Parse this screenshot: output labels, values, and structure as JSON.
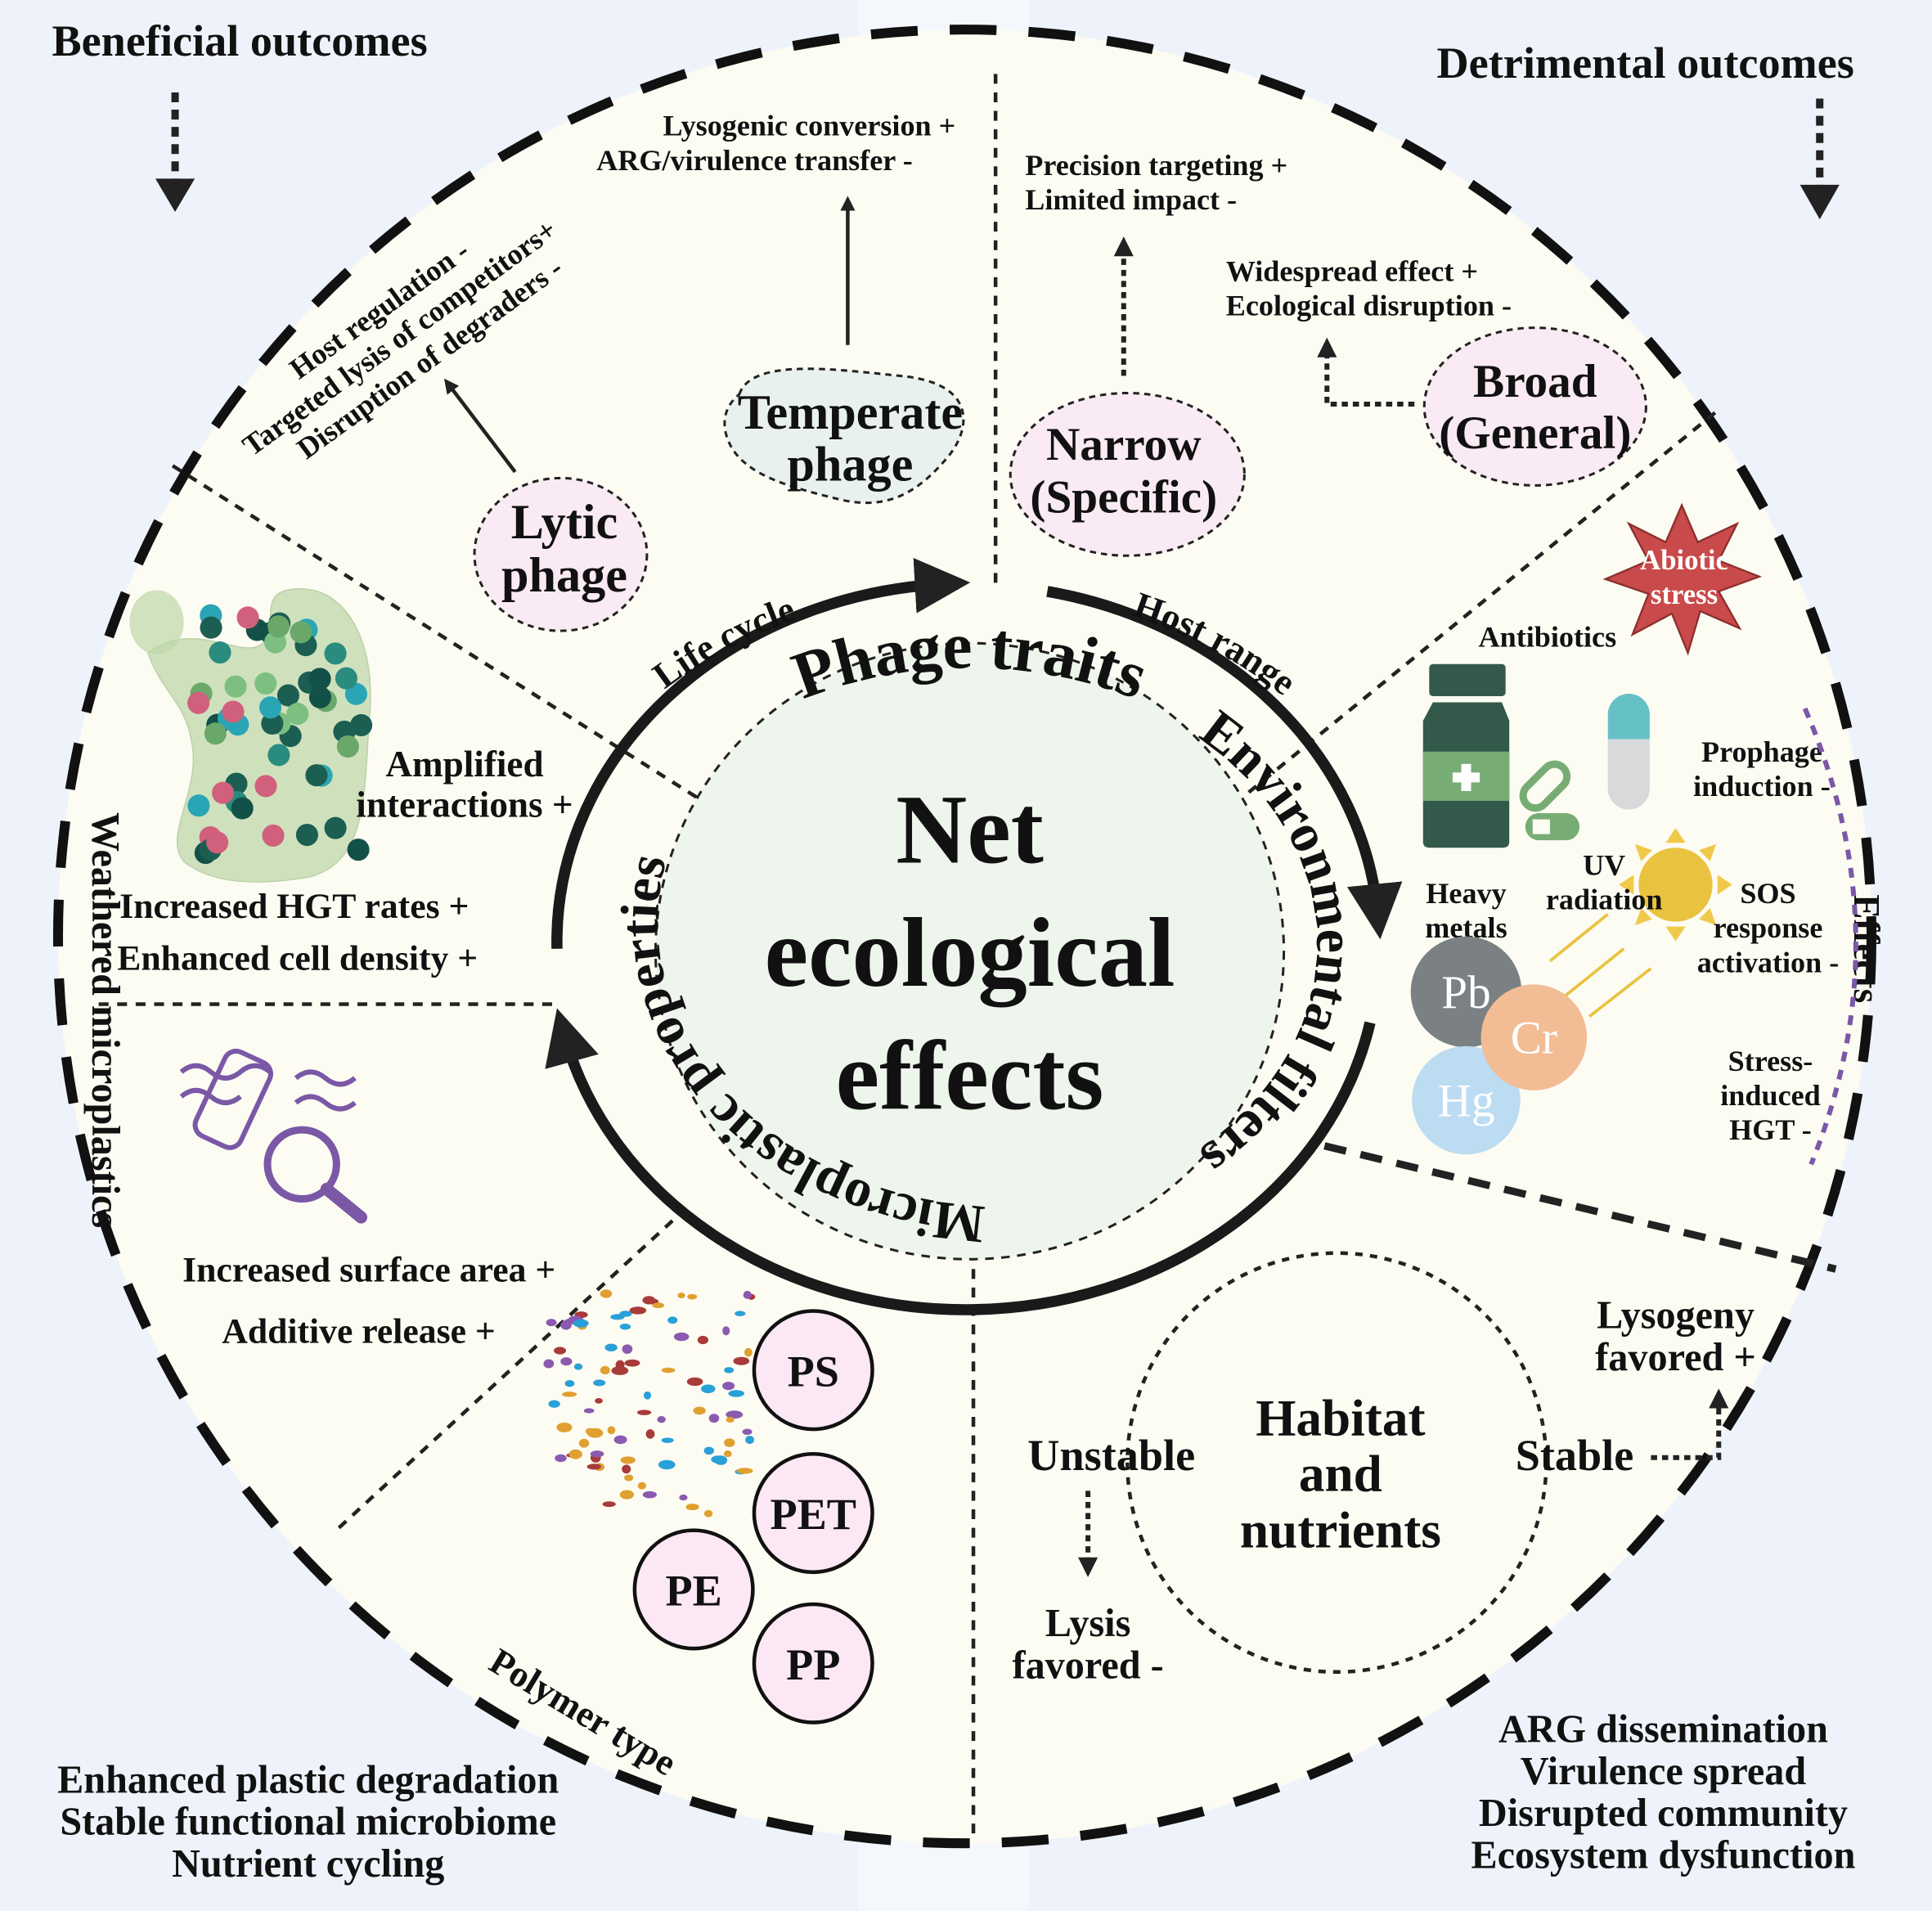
{
  "colors": {
    "background": "#eef3fb",
    "circle_fill": "#fdfcf3",
    "center_fill": "#eef5ec",
    "lytic_bubble": "#f9eaf3",
    "temperate_bubble": "#e8f1ee",
    "polymer_fill": "#fbe8f4",
    "abiotic_star": "#c94a4a",
    "effects_arc": "#7b58a6"
  },
  "corners": {
    "beneficial_title": "Beneficial outcomes",
    "detrimental_title": "Detrimental outcomes",
    "beneficial_list": [
      "Enhanced plastic degradation",
      "Stable functional microbiome",
      "Nutrient cycling"
    ],
    "detrimental_list": [
      "ARG dissemination",
      "Virulence spread",
      "Disrupted community",
      "Ecosystem dysfunction"
    ]
  },
  "center": {
    "lines": [
      "Net",
      "ecological",
      "effects"
    ]
  },
  "ring": {
    "phage_traits": "Phage traits",
    "environmental_filters": "Environmental filters",
    "microplastic_properties": "Microplastic properties"
  },
  "sections": {
    "life_cycle": "Life cycle",
    "host_range": "Host range",
    "effects": "Effects",
    "weathered": "Weathered microplastics",
    "polymer_type": "Polymer type"
  },
  "life_cycle": {
    "lytic": [
      "Lytic",
      "phage"
    ],
    "lytic_outcomes": [
      "Host regulation -",
      "Targeted lysis of competitors+",
      "Disruption of degraders -"
    ],
    "temperate": [
      "Temperate",
      "phage"
    ],
    "temperate_outcomes": [
      "Lysogenic conversion +",
      "ARG/virulence transfer -"
    ]
  },
  "host_range": {
    "narrow": [
      "Narrow",
      "(Specific)"
    ],
    "narrow_outcomes": [
      "Precision targeting +",
      "Limited impact -"
    ],
    "broad": [
      "Broad",
      "(General)"
    ],
    "broad_outcomes": [
      "Widespread effect +",
      "Ecological disruption -"
    ]
  },
  "environment": {
    "abiotic_stress": [
      "Abiotic",
      "stress"
    ],
    "antibiotics": "Antibiotics",
    "heavy_metals": [
      "Heavy",
      "metals"
    ],
    "uv_radiation": [
      "UV",
      "radiation"
    ],
    "metals": [
      "Pb",
      "Cr",
      "Hg"
    ],
    "prophage_induction": [
      "Prophage",
      "induction -"
    ],
    "sos_response": [
      "SOS",
      "response",
      "activation -"
    ],
    "stress_hgt": [
      "Stress-",
      "induced",
      "HGT -"
    ]
  },
  "habitat": {
    "title": [
      "Habitat",
      "and",
      "nutrients"
    ],
    "unstable": "Unstable",
    "stable": "Stable",
    "lysis": [
      "Lysis",
      "favored -"
    ],
    "lysogeny": [
      "Lysogeny",
      "favored +"
    ]
  },
  "weathered": {
    "amplified": [
      "Amplified",
      "interactions +"
    ],
    "hgt": [
      "Increased HGT rates +",
      "Enhanced cell density +"
    ],
    "surface": "Increased surface area +",
    "additive": "Additive release +"
  },
  "polymers": [
    "PS",
    "PET",
    "PE",
    "PP"
  ]
}
